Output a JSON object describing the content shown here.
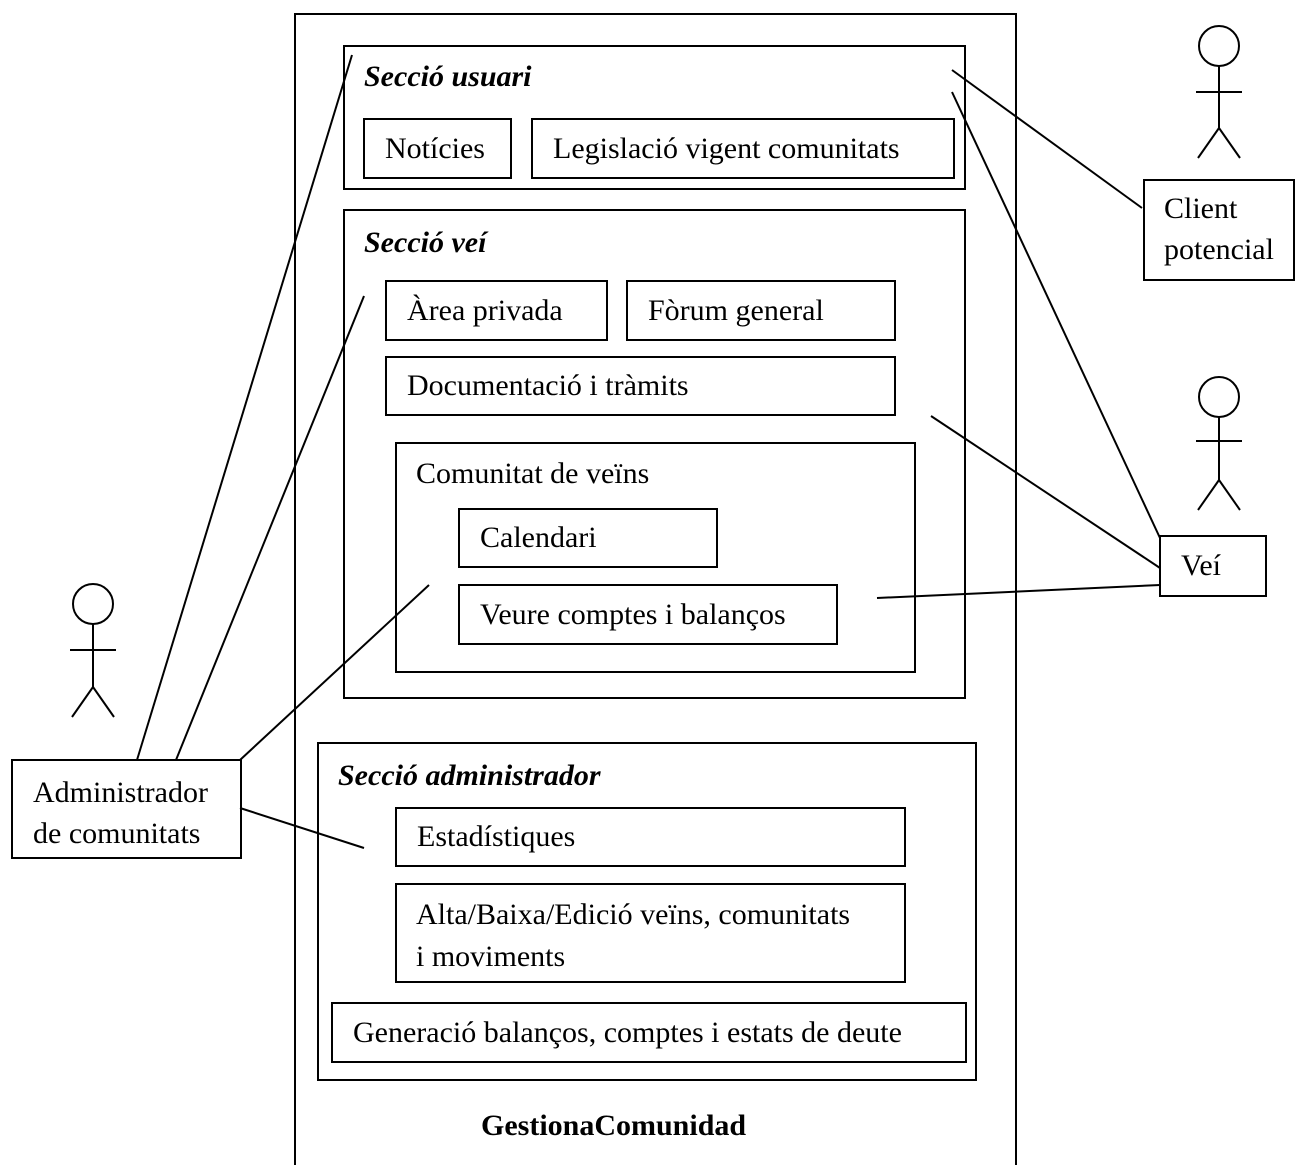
{
  "system": {
    "title": "GestionaComunidad"
  },
  "sections": {
    "usuari": {
      "title": "Secció usuari",
      "items": [
        "Notícies",
        "Legislació vigent comunitats"
      ]
    },
    "vei": {
      "title": "Secció veí",
      "items": [
        "Àrea privada",
        "Fòrum general",
        "Documentació i tràmits"
      ],
      "subgroup": {
        "title": "Comunitat de veïns",
        "items": [
          "Calendari",
          "Veure comptes i balanços"
        ]
      }
    },
    "administrador": {
      "title": "Secció administrador",
      "items": [
        "Estadístiques",
        [
          "Alta/Baixa/Edició veïns, comunitats",
          "i moviments"
        ],
        "Generació balanços, comptes i estats de deute"
      ]
    }
  },
  "actors": {
    "client": [
      "Client",
      "potencial"
    ],
    "vei": "Veí",
    "administrador": [
      "Administrador",
      "de comunitats"
    ]
  }
}
